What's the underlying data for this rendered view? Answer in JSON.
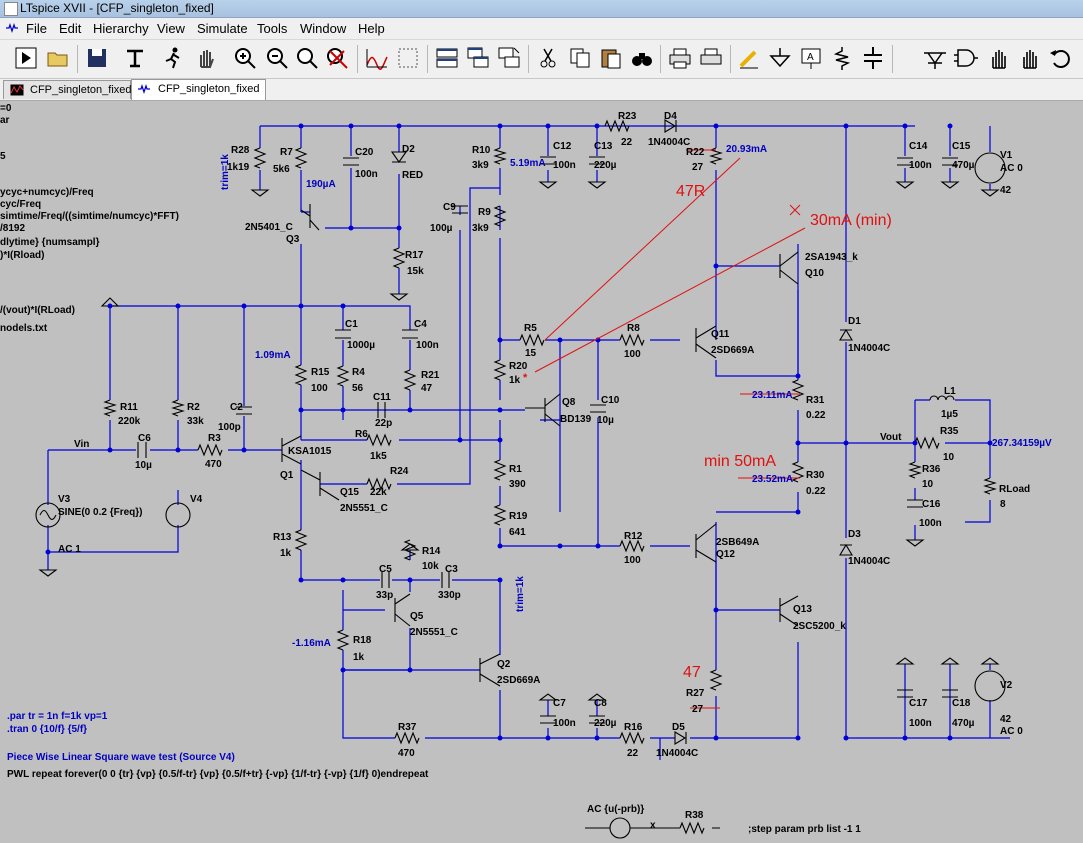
{
  "window": {
    "title": "LTspice XVII - [CFP_singleton_fixed]"
  },
  "menu": [
    "File",
    "Edit",
    "Hierarchy",
    "View",
    "Simulate",
    "Tools",
    "Window",
    "Help"
  ],
  "tabs": [
    {
      "label": "CFP_singleton_fixed",
      "kind": "plot"
    },
    {
      "label": "CFP_singleton_fixed",
      "kind": "schematic"
    }
  ],
  "toolbar_icons": [
    "run-icon",
    "open-icon",
    "save-icon",
    "control-panel-icon",
    "halt-icon",
    "pan-icon",
    "zoom-in-icon",
    "zoom-out-icon",
    "zoom-fit-icon",
    "zoom-cancel-icon",
    "autorange-icon",
    "show-grid-icon",
    "tile-horizontal-icon",
    "tile-vertical-icon",
    "cascade-icon",
    "cut-icon",
    "copy-icon",
    "paste-icon",
    "find-icon",
    "print-icon",
    "print-setup-icon",
    "draw-wire-icon",
    "ground-icon",
    "label-net-icon",
    "resistor-icon",
    "capacitor-icon",
    "inductor-icon",
    "diode-icon",
    "component-icon",
    "move-icon",
    "drag-icon",
    "undo-icon"
  ],
  "left_text": [
    "=0",
    "ar",
    "5",
    "ycyc+numcyc)/Freq",
    "cyc/Freq",
    "simtime/Freq/((simtime/numcyc)*FFT)",
    "/8192",
    "dlytime} {numsampl}",
    ")*I(Rload)",
    "/(vout)*I(RLoad)",
    "nodels.txt"
  ],
  "components": {
    "R28": {
      "name": "R28",
      "value": "1k19"
    },
    "R7": {
      "name": "R7",
      "value": "5k6"
    },
    "C20": {
      "name": "C20",
      "value": "100n"
    },
    "D2": {
      "name": "D2",
      "value": "RED"
    },
    "R10": {
      "name": "R10",
      "value": "3k9"
    },
    "C12": {
      "name": "C12",
      "value": "100n"
    },
    "C13": {
      "name": "C13",
      "value": "220µ"
    },
    "R23": {
      "name": "R23",
      "value": "22"
    },
    "D4": {
      "name": "D4",
      "value": "1N4004C"
    },
    "R22": {
      "name": "R22",
      "value": "27"
    },
    "C14": {
      "name": "C14",
      "value": "100n"
    },
    "C15": {
      "name": "C15",
      "value": "470µ"
    },
    "V1": {
      "name": "V1",
      "value": "AC 0",
      "value2": "42"
    },
    "C9": {
      "name": "C9",
      "value": "100µ"
    },
    "R9": {
      "name": "R9",
      "value": "3k9"
    },
    "Q3": {
      "name": "Q3",
      "value": "2N5401_C"
    },
    "R17": {
      "name": "R17",
      "value": "15k"
    },
    "Q10": {
      "name": "Q10",
      "value": "2SA1943_k"
    },
    "C1": {
      "name": "C1",
      "value": "1000µ"
    },
    "C4": {
      "name": "C4",
      "value": "100n"
    },
    "R5": {
      "name": "R5",
      "value": "15"
    },
    "R8": {
      "name": "R8",
      "value": "100"
    },
    "Q11": {
      "name": "Q11",
      "value": "2SD669A"
    },
    "D1": {
      "name": "D1",
      "value": "1N4004C"
    },
    "R15": {
      "name": "R15",
      "value": "100"
    },
    "R4": {
      "name": "R4",
      "value": "56"
    },
    "R21": {
      "name": "R21",
      "value": "47"
    },
    "R20": {
      "name": "R20",
      "value": "1k"
    },
    "Q8": {
      "name": "Q8",
      "value": "BD139"
    },
    "C10": {
      "name": "C10",
      "value": "10µ"
    },
    "R31": {
      "name": "R31",
      "value": "0.22"
    },
    "L1": {
      "name": "L1",
      "value": "1µ5"
    },
    "R11": {
      "name": "R11",
      "value": "220k"
    },
    "R2": {
      "name": "R2",
      "value": "33k"
    },
    "C2": {
      "name": "C2",
      "value": "100p"
    },
    "C11": {
      "name": "C11",
      "value": "22p"
    },
    "R6": {
      "name": "R6",
      "value": "1k5"
    },
    "R35": {
      "name": "R35",
      "value": "10"
    },
    "C6": {
      "name": "C6",
      "value": "10µ"
    },
    "R3": {
      "name": "R3",
      "value": "470"
    },
    "Q1": {
      "name": "Q1",
      "value": "KSA1015"
    },
    "R24": {
      "name": "R24",
      "value": "22k"
    },
    "R1": {
      "name": "R1",
      "value": "390"
    },
    "R30": {
      "name": "R30",
      "value": "0.22"
    },
    "R36": {
      "name": "R36",
      "value": "10"
    },
    "RLoad": {
      "name": "RLoad",
      "value": "8"
    },
    "V3": {
      "name": "V3",
      "value": "SINE(0 0.2 {Freq})",
      "value2": "AC 1"
    },
    "V4": {
      "name": "V4"
    },
    "Q15": {
      "name": "Q15",
      "value": "2N5551_C"
    },
    "C16": {
      "name": "C16",
      "value": "100n"
    },
    "R19": {
      "name": "R19",
      "value": "641"
    },
    "R12": {
      "name": "R12",
      "value": "100"
    },
    "Q12": {
      "name": "Q12",
      "value": "2SB649A"
    },
    "D3": {
      "name": "D3",
      "value": "1N4004C"
    },
    "R13": {
      "name": "R13",
      "value": "1k"
    },
    "R14": {
      "name": "R14",
      "value": "10k"
    },
    "C5": {
      "name": "C5",
      "value": "33p"
    },
    "C3": {
      "name": "C3",
      "value": "330p"
    },
    "Q13": {
      "name": "Q13",
      "value": "2SC5200_k"
    },
    "Q5": {
      "name": "Q5",
      "value": "2N5551_C"
    },
    "R18": {
      "name": "R18",
      "value": "1k"
    },
    "Q2": {
      "name": "Q2",
      "value": "2SD669A"
    },
    "R27": {
      "name": "R27",
      "value": "27"
    },
    "C7": {
      "name": "C7",
      "value": "100n"
    },
    "C8": {
      "name": "C8",
      "value": "220µ"
    },
    "C17": {
      "name": "C17",
      "value": "100n"
    },
    "C18": {
      "name": "C18",
      "value": "470µ"
    },
    "V2": {
      "name": "V2",
      "value": "42",
      "value2": "AC 0"
    },
    "R37": {
      "name": "R37",
      "value": "470"
    },
    "R16": {
      "name": "R16",
      "value": "22"
    },
    "D5": {
      "name": "D5",
      "value": "1N4004C"
    },
    "R38": {
      "name": "R38"
    }
  },
  "probes": {
    "i_r7": "190µA",
    "i_r10": "5.19mA",
    "i_r22": "20.93mA",
    "i_r15": "1.09mA",
    "i_r31": "23.11mA",
    "i_r30": "23.52mA",
    "i_r18": "-1.16mA",
    "v_out": "267.34159µV"
  },
  "nets": {
    "vin": "Vin",
    "vout": "Vout"
  },
  "trim_labels": [
    "trim=1k",
    "trim=1k"
  ],
  "r20_star": "*",
  "annotations": {
    "r22_note": "47R",
    "q10_note": "30mA (min)",
    "r30_note": "min 50mA",
    "r27_note": "47"
  },
  "directives": {
    "param": ".par tr = 1n f=1k vp=1",
    "tran": ".tran 0 {10/f} {5/f}",
    "pwl_title": "Piece Wise Linear Square wave test (Source V4)",
    "pwl": "PWL repeat forever(0 0 {tr} {vp} {0.5/f-tr} {vp} {0.5/f+tr} {-vp} {1/f-tr} {-vp} {1/f} 0)endrepeat",
    "ac_src": "AC {u(-prb)}",
    "x_mark": "x",
    "step": ";step param prb list -1 1"
  },
  "colors": {
    "wire": "#0000d8",
    "annotation": "#e01010",
    "background": "#c0c0c0"
  }
}
